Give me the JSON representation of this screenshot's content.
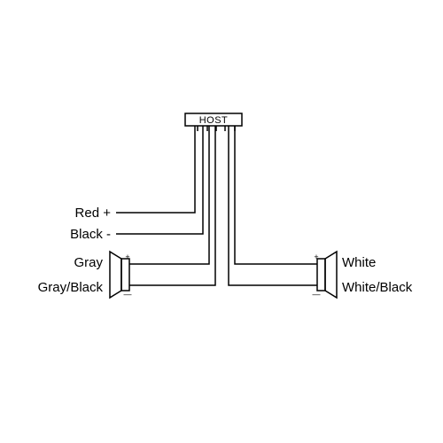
{
  "host": {
    "label": "HOST"
  },
  "wires": {
    "red_plus": "Red +",
    "black_minus": "Black -",
    "gray": "Gray",
    "gray_black": "Gray/Black",
    "white": "White",
    "white_black": "White/Black"
  },
  "speakers": {
    "left": {
      "plus": "+",
      "minus": "—"
    },
    "right": {
      "plus": "+",
      "minus": "—"
    }
  },
  "colors": {
    "line": "#000000",
    "background": "#ffffff"
  }
}
